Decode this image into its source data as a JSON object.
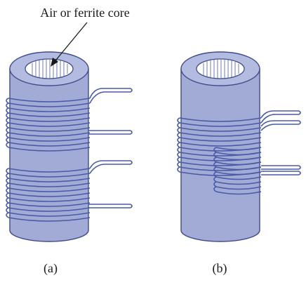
{
  "annotation": {
    "core_label": "Air or ferrite core"
  },
  "captions": {
    "a": "(a)",
    "b": "(b)"
  },
  "colors": {
    "core_fill": "#a2aad6",
    "core_shade": "#8e97c9",
    "inner_fill": "#ffffff",
    "wire": "#485aa6",
    "outline": "#3f4c8c",
    "text": "#1a1a1a"
  }
}
